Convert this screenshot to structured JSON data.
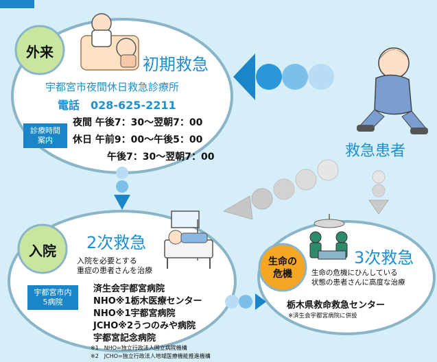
{
  "outpatient": {
    "badge": "外来",
    "level": "初期救急",
    "clinic": "宇都宮市夜間休日救急診療所",
    "phone": "電話　028-625-2211",
    "hours_tag": [
      "診療時間",
      "案内"
    ],
    "hours": [
      "夜間  午後7：30〜翌朝7：00",
      "休日  午前9：00〜午後5：00",
      "午後7：30〜翌朝7：00"
    ]
  },
  "patient_label": "救急患者",
  "inpatient": {
    "badge": "入院",
    "level": "2次救急",
    "desc": [
      "入院を必要とする",
      "重症の患者さんを治療"
    ],
    "tag": [
      "宇都宮市内",
      "5病院"
    ],
    "hospitals": [
      "済生会宇都宮病院",
      "NHO※1栃木医療センター",
      "NHO※1宇都宮病院",
      "JCHO※2うつのみや病院",
      "宇都宮記念病院"
    ],
    "notes": [
      "※1　NHO=独立行政法人国立病院機構",
      "※2　JCHO=独立行政法人地域医療機能推進機構"
    ]
  },
  "critical": {
    "badge": [
      "生命の",
      "危機"
    ],
    "level": "3次救急",
    "desc": [
      "生命の危機にひんしている",
      "状態の患者さんに高度な治療"
    ],
    "center": "栃木県救命救急センター",
    "center_note": "※済生会宇都宮病院に併設"
  },
  "colors": {
    "background": "#d6eef8",
    "accent_blue": "#1e8fd0",
    "tag_blue": "#1a86c8",
    "badge_green": "#c8e6a0",
    "badge_orange": "#f5a623"
  }
}
